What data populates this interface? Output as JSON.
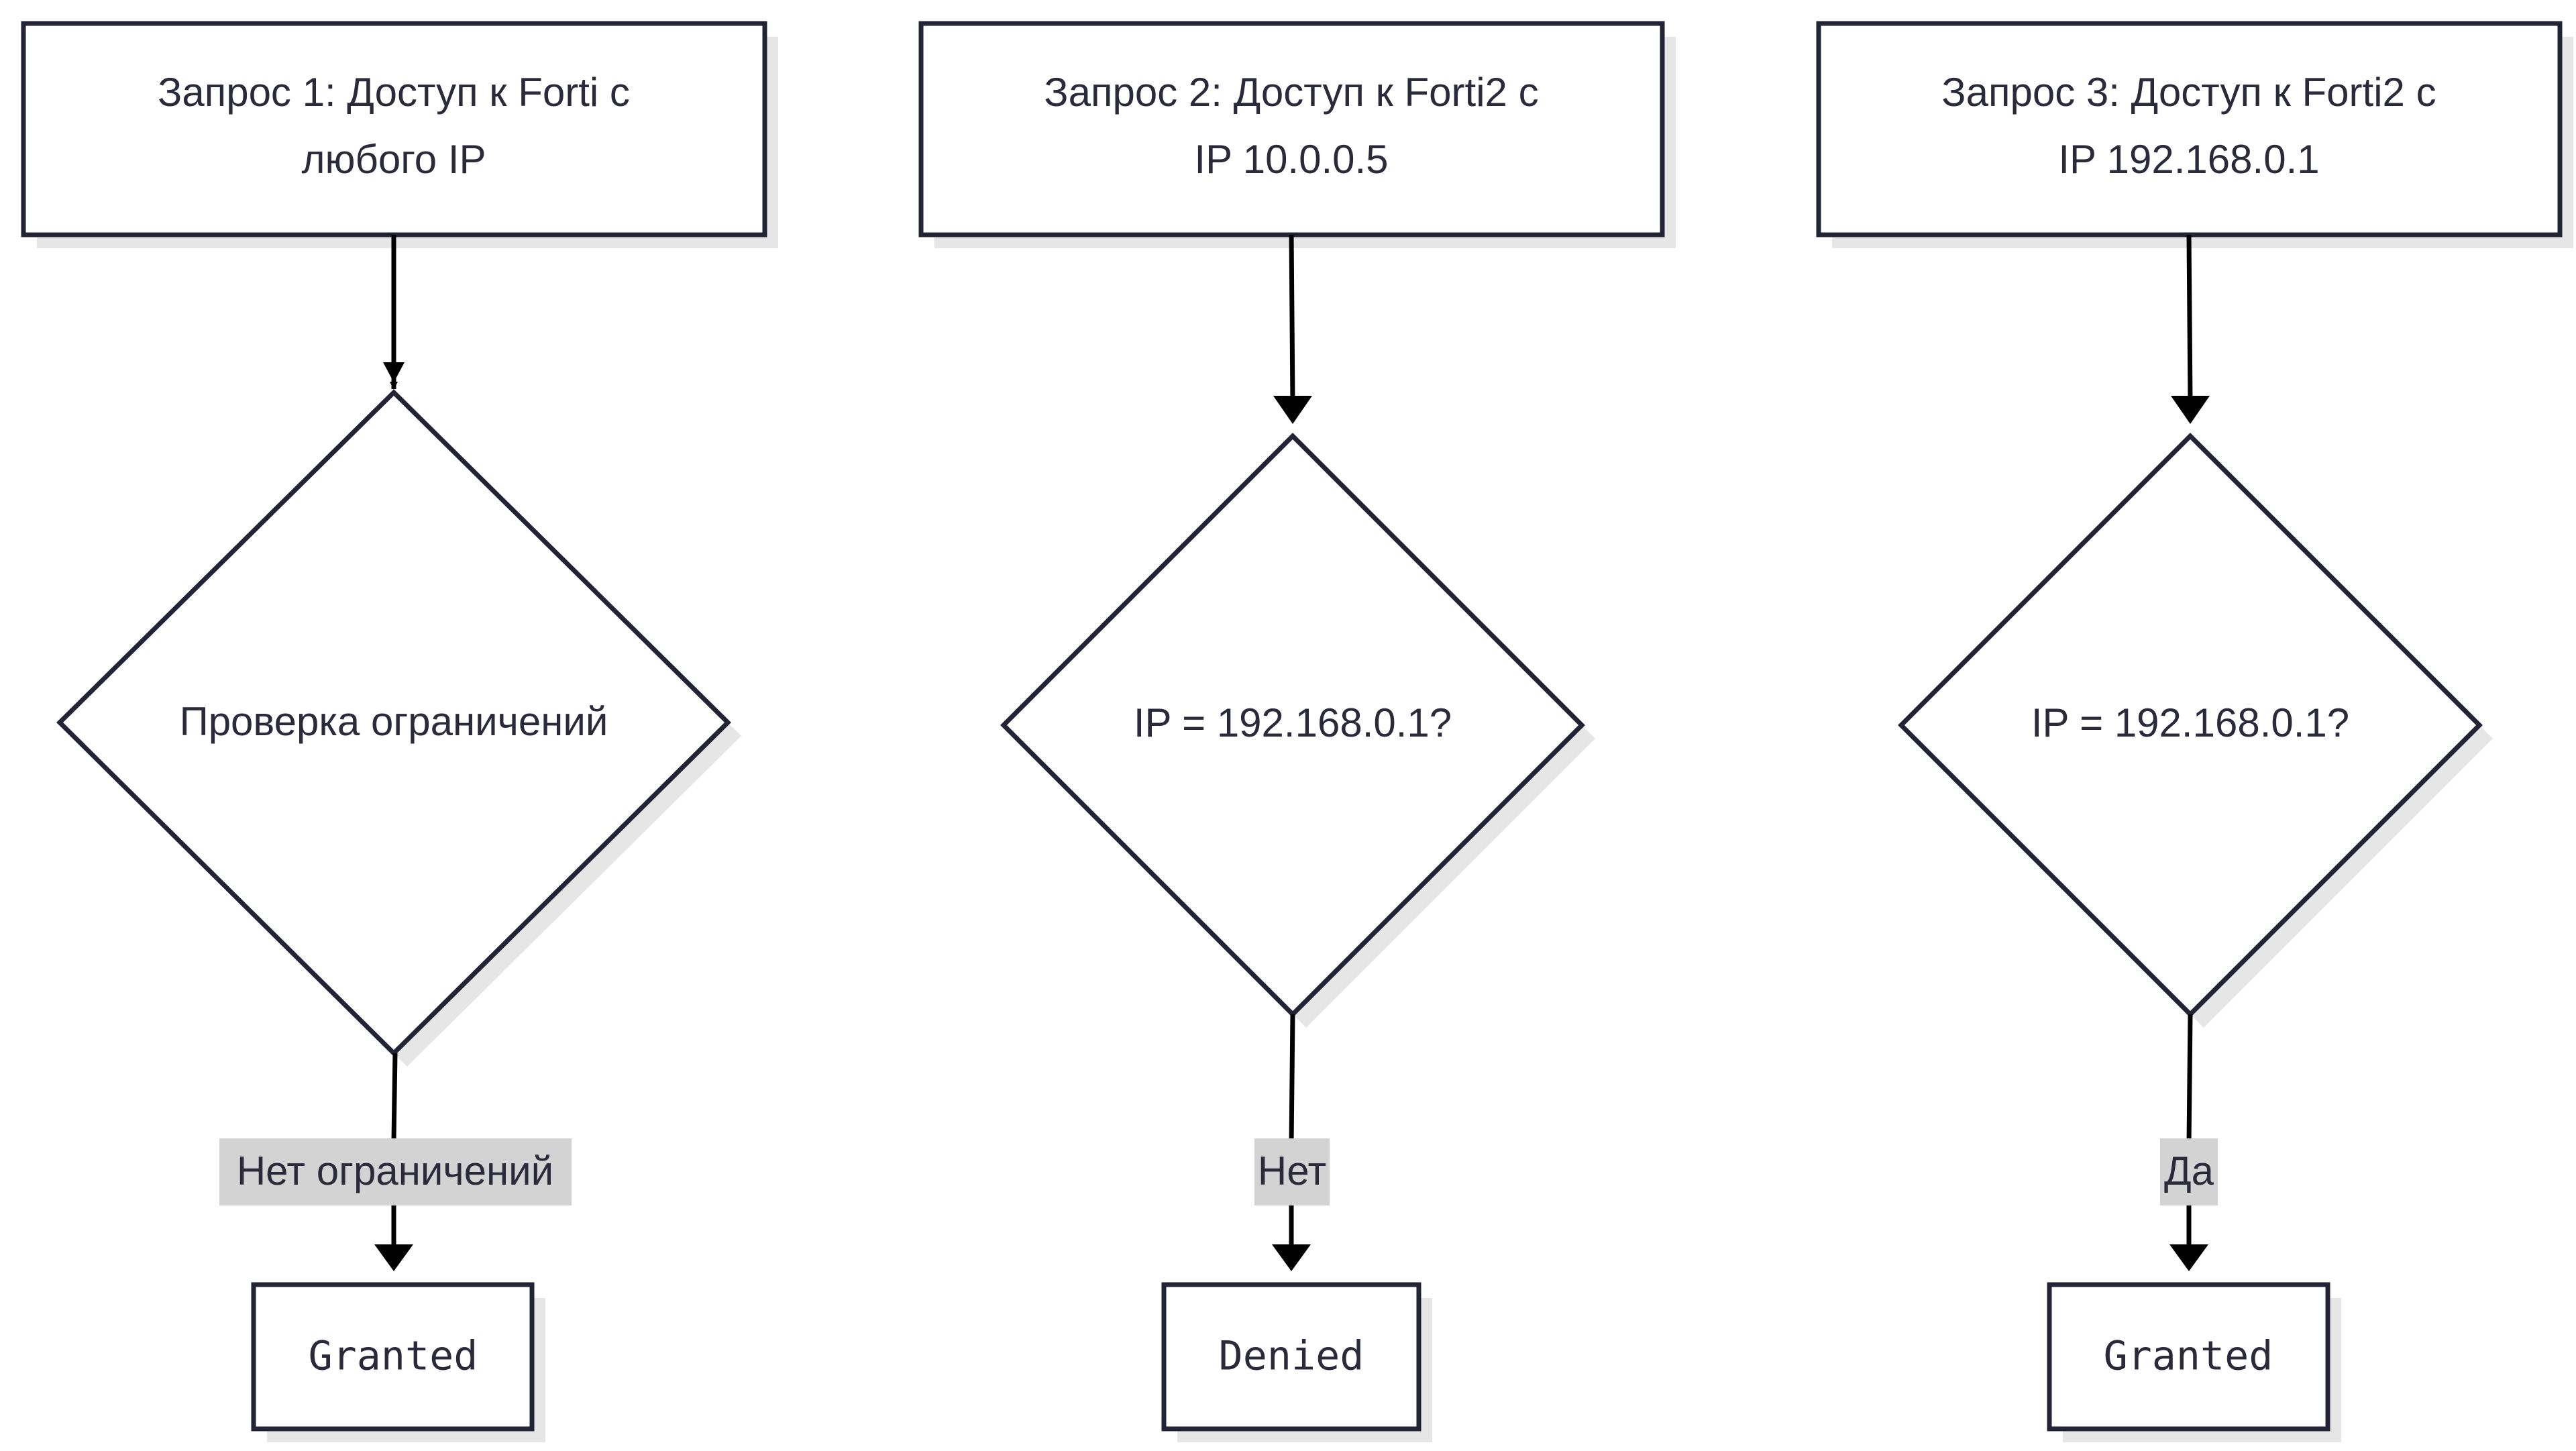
{
  "diagram": {
    "flows": [
      {
        "request": {
          "line1": "Запрос 1: Доступ к Forti с",
          "line2": "любого IP"
        },
        "decision": "Проверка ограничений",
        "edge_label": "Нет ограничений",
        "result": "Granted"
      },
      {
        "request": {
          "line1": "Запрос 2: Доступ к Forti2 с",
          "line2": "IP 10.0.0.5"
        },
        "decision": "IP = 192.168.0.1?",
        "edge_label": "Нет",
        "result": "Denied"
      },
      {
        "request": {
          "line1": "Запрос 3: Доступ к Forti2 с",
          "line2": "IP 192.168.0.1"
        },
        "decision": "IP = 192.168.0.1?",
        "edge_label": "Да",
        "result": "Granted"
      }
    ]
  },
  "colors": {
    "stroke": "#232336",
    "shadow": "#e6e6e6",
    "label_bg": "#d3d3d3",
    "text": "#2a2a3a"
  }
}
